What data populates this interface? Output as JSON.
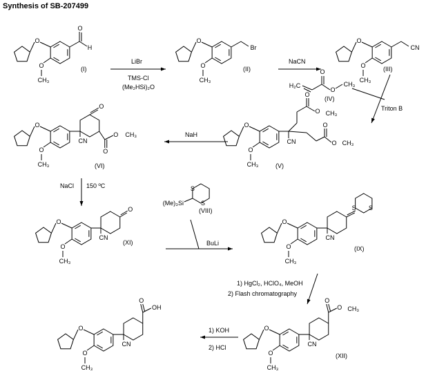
{
  "title": "Synthesis of SB-207499",
  "compounds": {
    "I": "(I)",
    "II": "(II)",
    "III": "(III)",
    "IV": "(IV)",
    "V": "(V)",
    "VI": "(VI)",
    "VIII": "(VIII)",
    "IX": "(IX)",
    "XI": "(XI)",
    "XII": "(XII)"
  },
  "atoms": {
    "O": "O",
    "CH3": "CH₃",
    "H2C": "H₂C",
    "CN": "CN",
    "Br": "Br",
    "H": "H",
    "S": "S",
    "OH": "OH",
    "SiMe3": "(Me)₃Si"
  },
  "reagents": {
    "step1_top": "LiBr",
    "step1_mid": "TMS-Cl",
    "step1_bot": "(Me₂HSi)₂O",
    "step2": "NaCN",
    "step3": "Triton B",
    "step4": "NaH",
    "step5_a": "NaCl",
    "step5_b": "150 ºC",
    "step6": "BuLi",
    "step7_a": "1) HgCl₂, HClO₄, MeOH",
    "step7_b": "2) Flash chromatography",
    "step8_a": "1) KOH",
    "step8_b": "2) HCl"
  }
}
